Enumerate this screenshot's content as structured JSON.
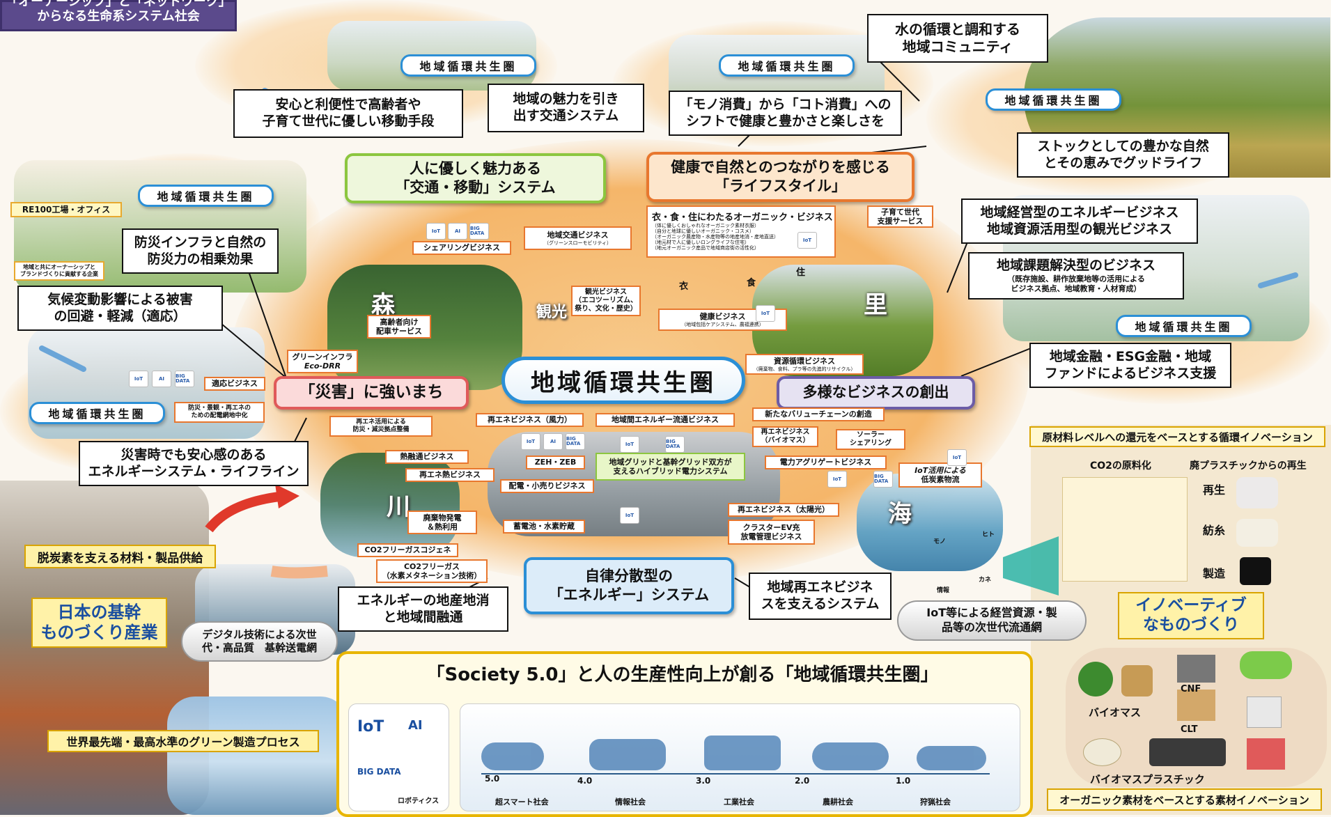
{
  "header": {
    "line1": "「オーナーシップ」と「ネットワーク」",
    "line2": "からなる生命系システム社会"
  },
  "regions": {
    "r1": "地域循環共生圏",
    "r2": "地域循環共生圏",
    "r3": "地域循環共生圏",
    "r4": "地域循環共生圏",
    "r5": "地域循環共生圏",
    "r6": "地域循環共生圏",
    "center": "地域循環共生圏"
  },
  "kanji": {
    "forest": "森",
    "village": "里",
    "river": "川",
    "sea": "海",
    "tourism": "観光"
  },
  "callouts": {
    "mobility_means": [
      "安心と利便性で高齢者や",
      "子育て世代に優しい移動手段"
    ],
    "transport_system": [
      "地域の魅力を引き",
      "出す交通システム"
    ],
    "water_community": [
      "水の循環と調和する",
      "地域コミュニティ"
    ],
    "consumption_shift": [
      "「モノ消費」から「コト消費」への",
      "シフトで健康と豊かさと楽しさを"
    ],
    "stock_nature": [
      "ストックとしての豊かな自然",
      "とその恵みでグッドライフ"
    ],
    "energy_business": [
      "地域経営型のエネルギービジネス",
      "地域資源活用型の観光ビジネス"
    ],
    "issue_business_title": "地域課題解決型のビジネス",
    "issue_business_sub": [
      "（既存施設、耕作放棄地等の活用による",
      "ビジネス拠点、地域教育・人材育成）"
    ],
    "finance": [
      "地域金融・ESG金融・地域",
      "ファンドによるビジネス支援"
    ],
    "disaster_infra": [
      "防災インフラと自然の",
      "防災力の相乗効果"
    ],
    "climate": [
      "気候変動影響による被害",
      "の回避・軽減（適応）"
    ],
    "disaster_energy": [
      "災害時でも安心感のある",
      "エネルギーシステム・ライフライン"
    ],
    "local_energy": [
      "エネルギーの地産地消",
      "と地域間融通"
    ],
    "renewable_support": [
      "地域再エネビジネ",
      "スを支えるシステム"
    ]
  },
  "themes": {
    "mobility": [
      "人に優しく魅力ある",
      "「交通・移動」システム"
    ],
    "lifestyle": [
      "健康で自然とのつながりを感じる",
      "「ライフスタイル」"
    ],
    "disaster": "「災害」に強いまち",
    "business": "多様なビジネスの創出",
    "energy": [
      "自律分散型の",
      "「エネルギー」システム"
    ]
  },
  "tags": {
    "re100": "RE100工場・オフィス",
    "re100_sub": [
      "地域と共にオーナーシップと",
      "ブランドづくりに貢献する企業"
    ],
    "sharing": "シェアリングビジネス",
    "local_transport": "地域交通ビジネス",
    "local_transport_sub": "（グリーンスローモビリティ）",
    "organic_title": "衣・食・住にわたるオーガニック・ビジネス",
    "organic_sub": [
      "（体に優しくおしゃれなオーガニック素材衣服）",
      "（自分と地球に優しいオーガニック・コスメ）",
      "（オーガニック農産物・水産物等の地産地消・産地直送）",
      "（地元材で人に優しいロングライフな住宅）",
      "（地元オーガニック産品で地域商店街の活性化）"
    ],
    "childcare": [
      "子育て世代",
      "支援サービス"
    ],
    "clothing": "衣",
    "food": "食",
    "housing": "住",
    "tourism_biz": [
      "観光ビジネス",
      "（エコツーリズム、",
      "祭り、文化・歴史）"
    ],
    "elderly": [
      "高齢者向け",
      "配車サービス"
    ],
    "health": "健康ビジネス",
    "health_sub": "（地域包括ケアシステム、農福連携）",
    "green_infra": [
      "グリーンインフラ",
      "Eco-DRR"
    ],
    "adaptation": "適応ビジネス",
    "grid": [
      "防災・景観・再エネの",
      "ための配電網地中化"
    ],
    "resource_cycle": "資源循環ビジネス",
    "resource_cycle_sub": "（廃棄物、食料、プラ等の先進的リサイクル）",
    "wind": "再エネビジネス（風力）",
    "inter_energy": "地域間エネルギー流通ビジネス",
    "value_chain": "新たなバリューチェーンの創造",
    "biomass": [
      "再エネビジネス",
      "（バイオマス）"
    ],
    "solar_share": [
      "ソーラー",
      "シェアリング"
    ],
    "disaster_base": [
      "再エネ活用による",
      "防災・減災拠点整備"
    ],
    "heat_supply": "熱融通ビジネス",
    "zeh": "ZEH・ZEB",
    "hybrid_grid": [
      "地域グリッドと基幹グリッド双方が",
      "支えるハイブリッド電力システム"
    ],
    "aggregate": "電力アグリゲートビジネス",
    "iot_logistics": [
      "IoT活用による",
      "低炭素物流"
    ],
    "heat_renew": "再エネ熱ビジネス",
    "retail": "配電・小売りビジネス",
    "solar": "再エネビジネス（太陽光）",
    "waste_power": [
      "廃棄物発電",
      "＆熱利用"
    ],
    "battery": "蓄電池・水素貯蔵",
    "ev_cluster": [
      "クラスターEV充",
      "放電管理ビジネス"
    ],
    "co2_cogen": "CO2フリーガスコジェネ",
    "co2_methanation": [
      "CO2フリーガス",
      "（水素メタネーション技術）"
    ]
  },
  "right_panel": {
    "top_label": "原材料レベルへの還元をベースとする循環イノベーション",
    "co2_raw": "CO2の原料化",
    "plastic_regen": "廃プラスチックからの再生",
    "steps": [
      "再生",
      "紡糸",
      "製造"
    ],
    "innovation": [
      "イノベーティブ",
      "なものづくり"
    ],
    "iot_distribution": [
      "IoT等による経営資源・製",
      "品等の次世代流通網"
    ],
    "info_labels": [
      "モノ",
      "カネ",
      "情報",
      "ヒト"
    ],
    "biomass": "バイオマス",
    "cnf": "CNF",
    "clt": "CLT",
    "bioplastic": "バイオマスプラスチック",
    "bottom_label": "オーガニック素材をベースとする素材イノベーション"
  },
  "left_panel": {
    "decarb_supply": "脱炭素を支える材料・製品供給",
    "industry": [
      "日本の基幹",
      "ものづくり産業"
    ],
    "digital": [
      "デジタル技術による次世",
      "代・高品質　基幹送電網"
    ],
    "green_process": "世界最先端・最高水準のグリーン製造プロセス"
  },
  "society": {
    "title": "「Society 5.0」と人の生産性向上が創る「地域循環共生圏」",
    "icons": [
      "IoT",
      "AI",
      "BIG DATA",
      "ロボティクス"
    ],
    "stages": [
      {
        "num": "5.0",
        "label": "超スマート社会"
      },
      {
        "num": "4.0",
        "label": "情報社会"
      },
      {
        "num": "3.0",
        "label": "工業社会"
      },
      {
        "num": "2.0",
        "label": "農耕社会"
      },
      {
        "num": "1.0",
        "label": "狩猟社会"
      }
    ]
  },
  "icon_labels": {
    "iot": "IoT",
    "ai": "AI",
    "big": "BIG DATA"
  },
  "colors": {
    "blue_border": "#2b8fd6",
    "orange": "#e8772e",
    "green": "#8cc63f",
    "red": "#e05a5a",
    "purple": "#5b4a8c",
    "yellow": "#fff2a8"
  }
}
